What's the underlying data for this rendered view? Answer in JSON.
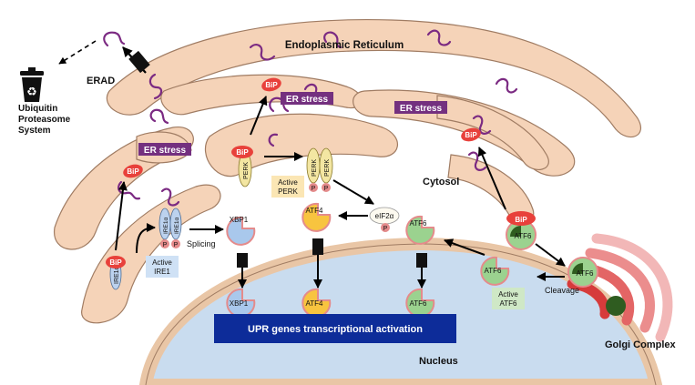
{
  "labels": {
    "er": "Endoplasmic Reticulum",
    "erad": "ERAD",
    "ups_line1": "Ubiquitin",
    "ups_line2": "Proteasome",
    "ups_line3": "System",
    "er_stress": "ER stress",
    "cytosol": "Cytosol",
    "nucleus": "Nucleus",
    "golgi": "Golgi Complex",
    "splicing": "Splicing",
    "cleavage": "Cleavage",
    "upr_banner": "UPR genes transcriptional activation"
  },
  "proteins": {
    "bip": "BiP",
    "perk": "PERK",
    "ire1": "IRE1α",
    "ire1_short": "IRE1",
    "xbp1": "XBP1",
    "atf4": "ATF4",
    "atf6": "ATF6",
    "eif2a": "eIF2α",
    "p": "P"
  },
  "active": {
    "word": "Active",
    "perk": "PERK",
    "ire1": "IRE1",
    "atf6": "ATF6"
  },
  "colors": {
    "er": "#f5d3b8",
    "er_edge": "#a07c63",
    "bip": "#e8413b",
    "stress_box": "#74307f",
    "misfolded": "#7b2a82",
    "nucleus": "#c9dcef",
    "upr_banner": "#0d2c99",
    "xbp1": "#a9c8ec",
    "atf4": "#f8c43f",
    "atf6": "#9bd28f",
    "perk": "#f3e6a2",
    "ire1": "#bcd2ee",
    "phospho": "#e48b8b",
    "active_perk_box": "#fbe6b4",
    "active_ire1_box": "#cfe1f5",
    "active_atf6_box": "#cfe8c6",
    "golgi": "#e04848"
  },
  "icons": [
    "trash-bin-icon",
    "recycle-icon"
  ]
}
